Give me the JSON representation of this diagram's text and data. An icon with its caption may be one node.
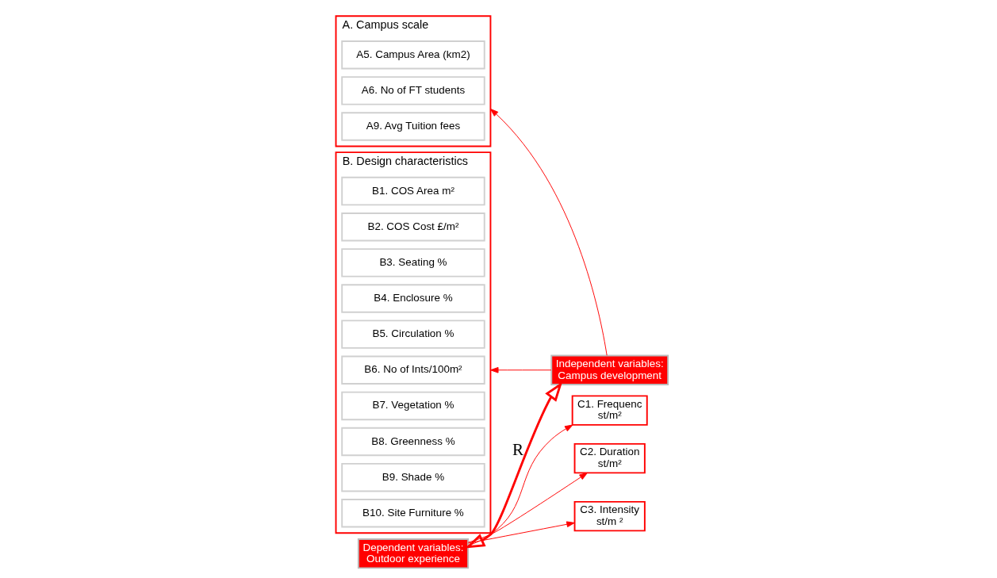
{
  "diagram": {
    "nodes": [
      {
        "text": [
          "A. Campus scale"
        ]
      },
      {
        "text": [
          "A5. Campus Area (km2)"
        ],
        "in": 0
      },
      {
        "text": [
          "A6. No of FT students"
        ],
        "in": 0
      },
      {
        "text": [
          "A9. Avg Tuition fees"
        ],
        "in": 0
      },
      {
        "text": [
          "B. Design characteristics"
        ]
      },
      {
        "text": [
          "B1. COS Area m²"
        ],
        "in": 4
      },
      {
        "text": [
          "B2. COS Cost £/m²"
        ],
        "in": 4
      },
      {
        "text": [
          "B3. Seating %"
        ],
        "in": 4
      },
      {
        "text": [
          "B4. Enclosure %"
        ],
        "in": 4
      },
      {
        "text": [
          "B5. Circulation %"
        ],
        "in": 4
      },
      {
        "text": [
          "B6. No of Ints/100m²"
        ],
        "in": 4
      },
      {
        "text": [
          "B7. Vegetation %"
        ],
        "in": 4
      },
      {
        "text": [
          "B8. Greenness %"
        ],
        "in": 4
      },
      {
        "text": [
          "B9. Shade %"
        ],
        "in": 4
      },
      {
        "text": [
          "B10. Site Furniture %"
        ],
        "in": 4
      },
      {
        "text": [
          "Independent variables: Campus development"
        ]
      },
      {
        "text": [
          "Dependent variables: Outdoor experience"
        ]
      },
      {
        "text": [
          "C1. Frequenc st/m²"
        ]
      },
      {
        "text": [
          "C2. Duration st/m²"
        ]
      },
      {
        "text": [
          "C3. Intensity st/m ²"
        ]
      }
    ],
    "edges": [
      {
        "from": 15,
        "to": 0,
        "arrow": "to"
      },
      {
        "from": 15,
        "to": 4,
        "arrow": "to"
      },
      {
        "from": 15,
        "to": 16,
        "arrow": "both",
        "label": "R",
        "style": "thick"
      },
      {
        "from": 16,
        "to": 17,
        "arrow": "to"
      },
      {
        "from": 16,
        "to": 18,
        "arrow": "to"
      },
      {
        "from": 16,
        "to": 19,
        "arrow": "to"
      }
    ]
  }
}
